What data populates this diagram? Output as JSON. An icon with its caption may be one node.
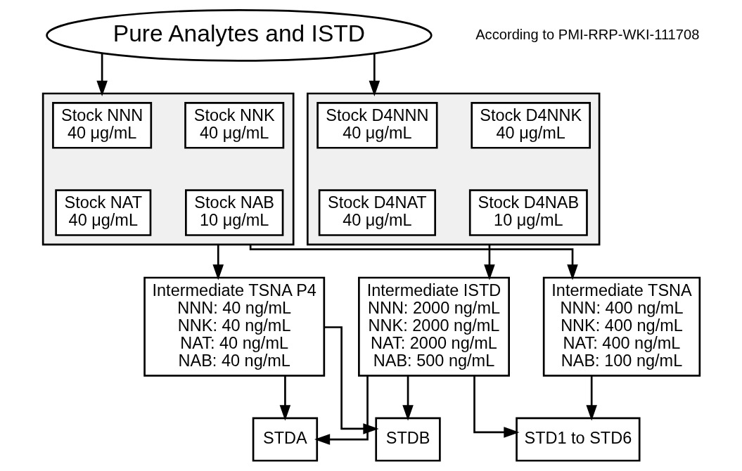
{
  "diagram": {
    "nodes": [
      {
        "text": [
          "Pure Analytes and ISTD"
        ]
      },
      {
        "text": [],
        "shape": "box"
      },
      {
        "text": [
          "Stock NNN",
          "40 μg/mL"
        ],
        "in": 1
      },
      {
        "text": [
          "Stock NNK",
          "40 μg/mL"
        ],
        "in": 1
      },
      {
        "text": [
          "Stock NAT",
          "40 μg/mL"
        ],
        "in": 1
      },
      {
        "text": [
          "Stock NAB",
          "10 μg/mL"
        ],
        "in": 1
      },
      {
        "text": [],
        "shape": "box"
      },
      {
        "text": [
          "Stock D4NNN",
          "40 μg/mL"
        ],
        "in": 6
      },
      {
        "text": [
          "Stock D4NNK",
          "40 μg/mL"
        ],
        "in": 6
      },
      {
        "text": [
          "Stock D4NAT",
          "40 μg/mL"
        ],
        "in": 6
      },
      {
        "text": [
          "Stock D4NAB",
          "10 μg/mL"
        ],
        "in": 6
      },
      {
        "text": [
          "Intermediate TSNA P4",
          "NNN: 40 ng/mL",
          "NNK: 40 ng/mL",
          "NAT: 40 ng/mL",
          "NAB: 40 ng/mL"
        ]
      },
      {
        "text": [
          "Intermediate TSNA",
          "NNN: 400 ng/mL",
          "NNK: 400 ng/mL",
          "NAT: 400 ng/mL",
          "NAB: 100 ng/mL"
        ]
      },
      {
        "text": [
          "Intermediate ISTD",
          "NNN: 2000 ng/mL",
          "NNK: 2000 ng/mL",
          "NAT: 2000 ng/mL",
          "NAB: 500 ng/mL"
        ]
      },
      {
        "text": [
          "STDA"
        ]
      },
      {
        "text": [
          "STDB"
        ]
      },
      {
        "text": [
          "STD1 to STD6"
        ]
      }
    ],
    "edges": [
      {
        "from": 0,
        "to": 1,
        "arrow": "to"
      },
      {
        "from": 0,
        "to": 6,
        "arrow": "to"
      },
      {
        "from": 1,
        "to": 11,
        "arrow": "to"
      },
      {
        "from": 1,
        "to": 12,
        "arrow": "to"
      },
      {
        "from": 6,
        "to": 13,
        "arrow": "to"
      },
      {
        "from": 11,
        "to": 14,
        "arrow": "to"
      },
      {
        "from": 11,
        "to": 15,
        "arrow": "to"
      },
      {
        "from": 12,
        "to": 16,
        "arrow": "to"
      },
      {
        "from": 13,
        "to": 14,
        "arrow": "to"
      },
      {
        "from": 13,
        "to": 15,
        "arrow": "to"
      },
      {
        "from": 13,
        "to": 16,
        "arrow": "to"
      }
    ],
    "labels": [
      "According to PMI-RRP-WKI-111708"
    ]
  }
}
